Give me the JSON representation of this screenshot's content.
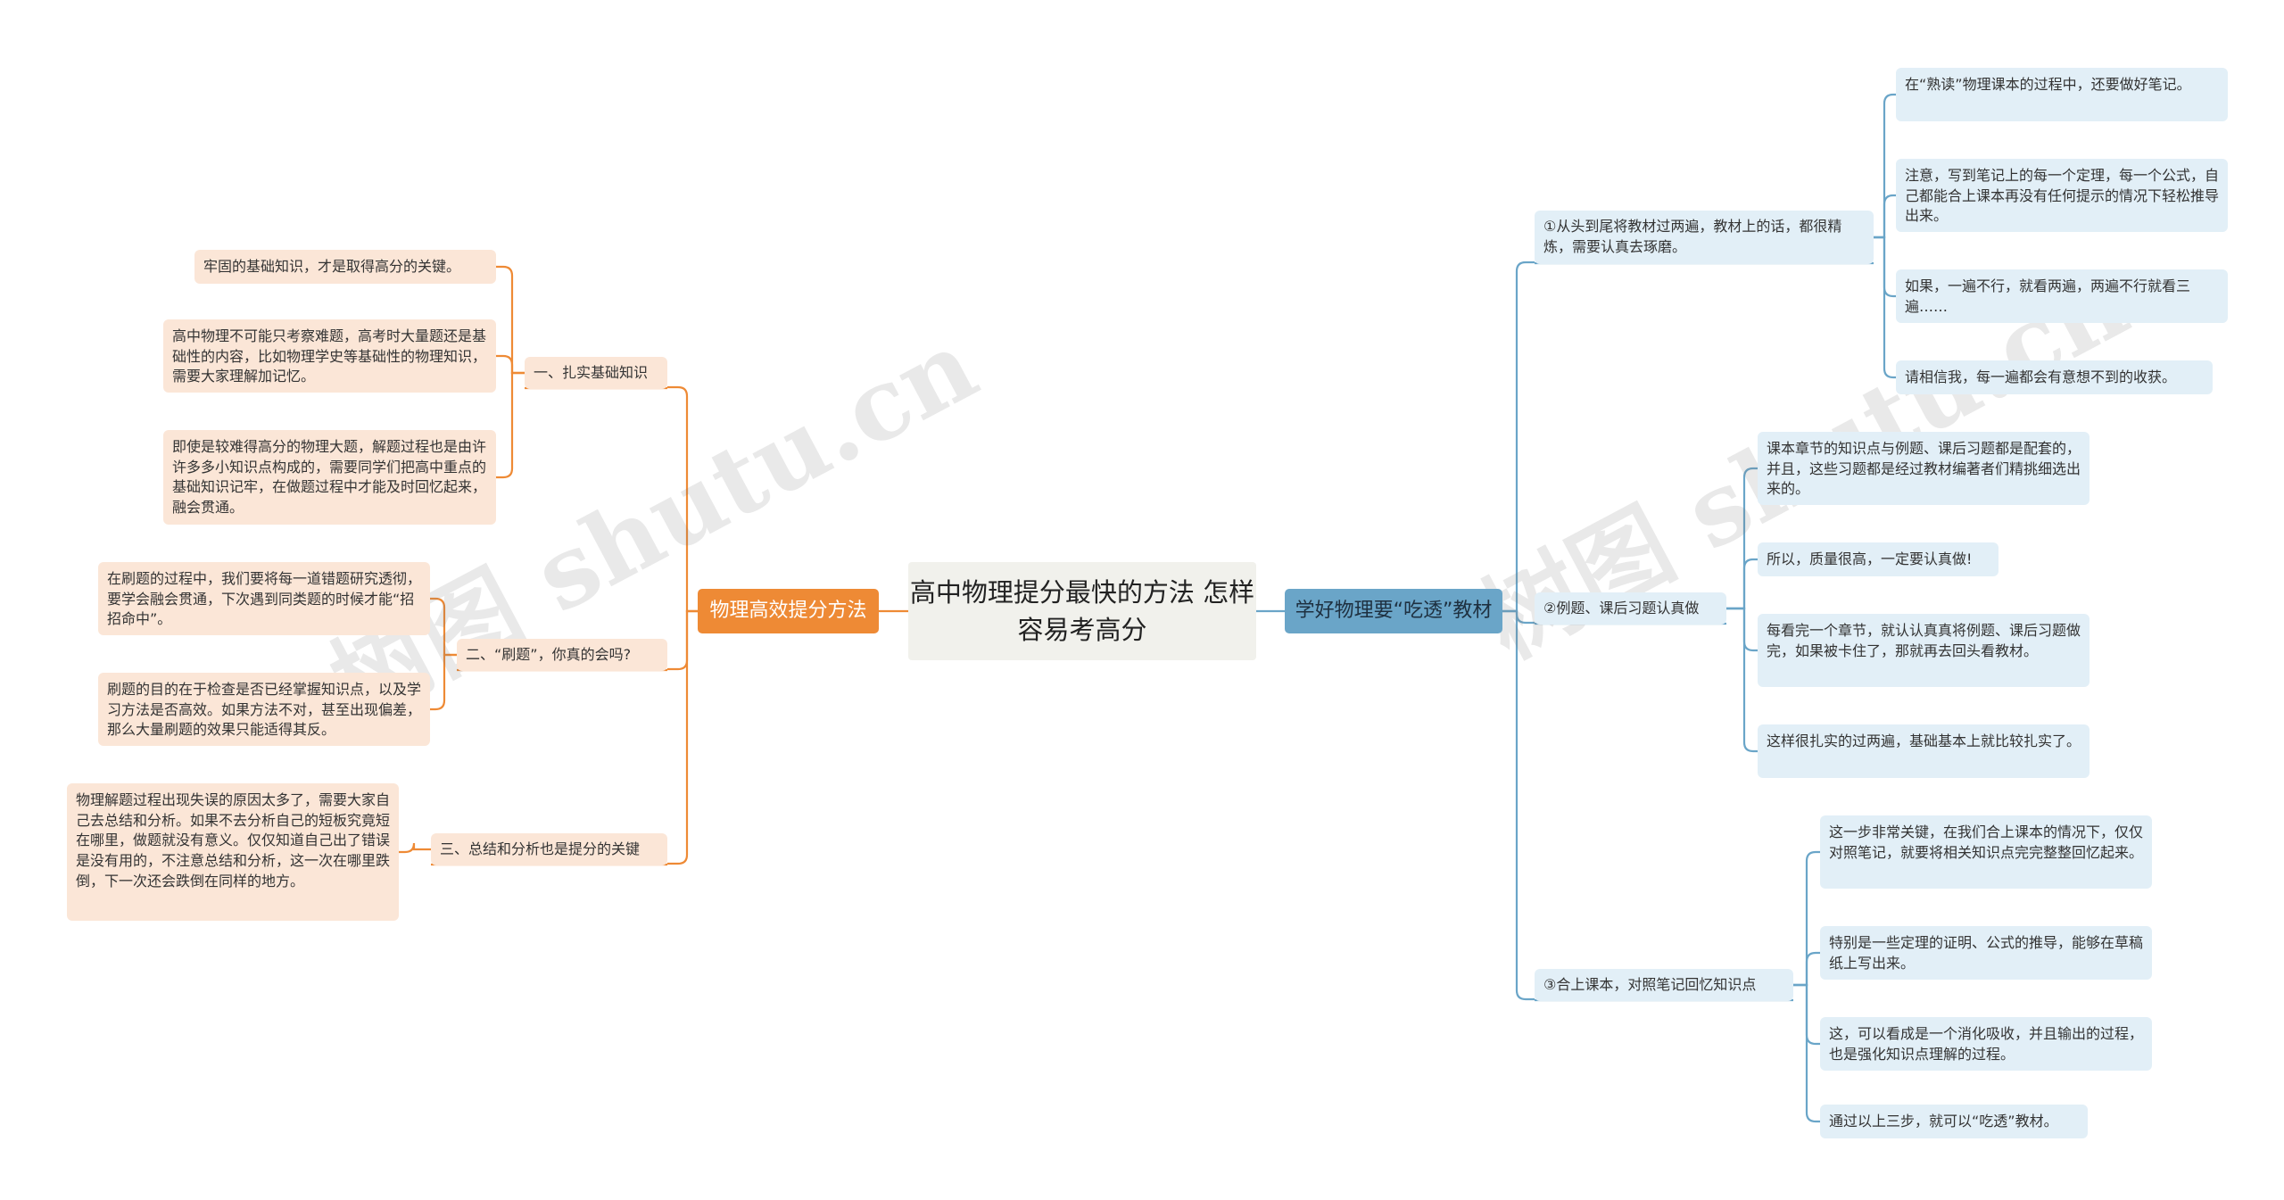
{
  "central": {
    "title": "高中物理提分最快的方法 怎样容易考高分"
  },
  "colors": {
    "orange": "#ee8a35",
    "blue": "#6aa5c8",
    "orange_light": "#fbe6d7",
    "blue_light": "#e2eff7"
  },
  "left": {
    "label": "物理高效提分方法",
    "subs": [
      {
        "label": "一、扎实基础知识",
        "leaves": [
          "牢固的基础知识，才是取得高分的关键。",
          "高中物理不可能只考察难题，高考时大量题还是基础性的内容，比如物理学史等基础性的物理知识，需要大家理解加记忆。",
          "即使是较难得高分的物理大题，解题过程也是由许许多多小知识点构成的，需要同学们把高中重点的基础知识记牢，在做题过程中才能及时回忆起来，融会贯通。"
        ]
      },
      {
        "label": "二、“刷题”，你真的会吗?",
        "leaves": [
          "在刷题的过程中，我们要将每一道错题研究透彻，要学会融会贯通，下次遇到同类题的时候才能“招招命中”。",
          "刷题的目的在于检查是否已经掌握知识点，以及学习方法是否高效。如果方法不对，甚至出现偏差，那么大量刷题的效果只能适得其反。"
        ]
      },
      {
        "label": "三、总结和分析也是提分的关键",
        "leaves": [
          "物理解题过程出现失误的原因太多了，需要大家自己去总结和分析。如果不去分析自己的短板究竟短在哪里，做题就没有意义。仅仅知道自己出了错误是没有用的，不注意总结和分析，这一次在哪里跌倒，下一次还会跌倒在同样的地方。"
        ]
      }
    ]
  },
  "right": {
    "label": "学好物理要“吃透”教材",
    "subs": [
      {
        "label": "①从头到尾将教材过两遍，教材上的话，都很精炼，需要认真去琢磨。",
        "leaves": [
          "在“熟读”物理课本的过程中，还要做好笔记。",
          "注意，写到笔记上的每一个定理，每一个公式，自己都能合上课本再没有任何提示的情况下轻松推导出来。",
          "如果，一遍不行，就看两遍，两遍不行就看三遍……",
          "请相信我，每一遍都会有意想不到的收获。"
        ]
      },
      {
        "label": "②例题、课后习题认真做",
        "leaves": [
          "课本章节的知识点与例题、课后习题都是配套的，并且，这些习题都是经过教材编著者们精挑细选出来的。",
          "所以，质量很高，一定要认真做!",
          "每看完一个章节，就认认真真将例题、课后习题做完，如果被卡住了，那就再去回头看教材。",
          "这样很扎实的过两遍，基础基本上就比较扎实了。"
        ]
      },
      {
        "label": "③合上课本，对照笔记回忆知识点",
        "leaves": [
          "这一步非常关键，在我们合上课本的情况下，仅仅对照笔记，就要将相关知识点完完整整回忆起来。",
          "特别是一些定理的证明、公式的推导，能够在草稿纸上写出来。",
          "这，可以看成是一个消化吸收，并且输出的过程，也是强化知识点理解的过程。",
          "通过以上三步，就可以“吃透”教材。"
        ]
      }
    ]
  },
  "watermarks": [
    "树图 shutu.cn",
    "树图 shutu.cn"
  ]
}
